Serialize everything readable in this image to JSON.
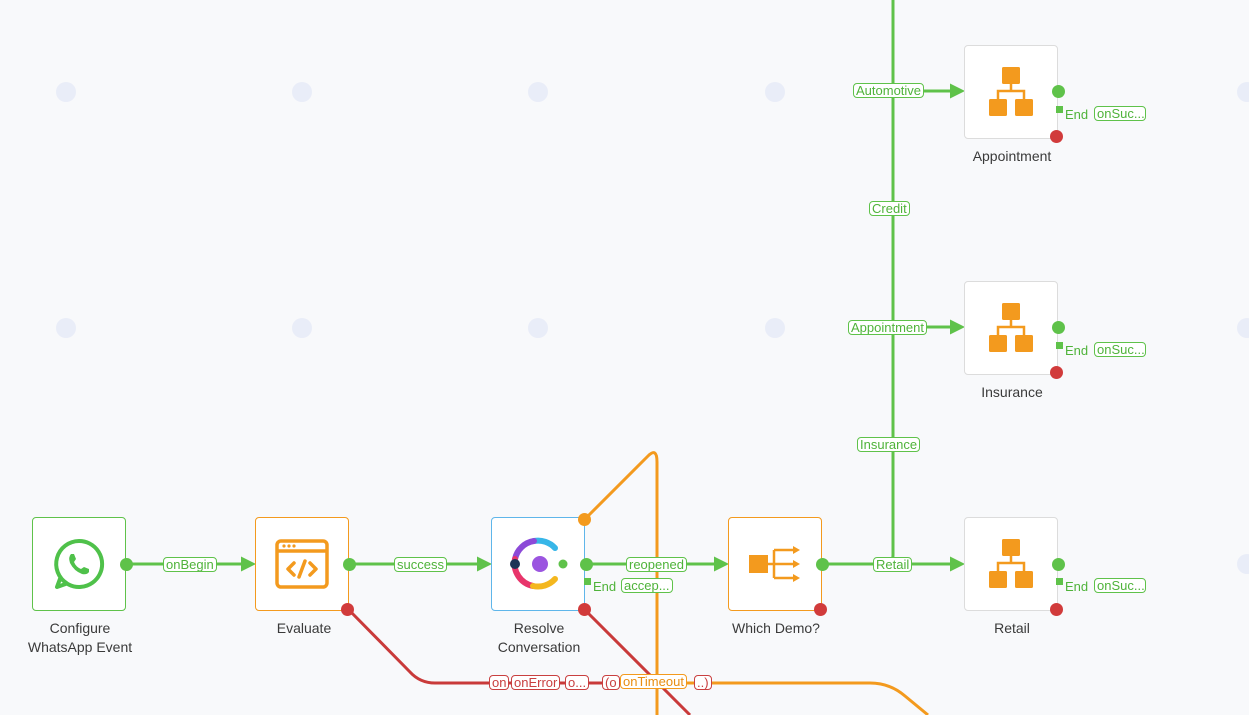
{
  "nodes": {
    "configure": {
      "label": "Configure\nWhatsApp Event",
      "icon": "whatsapp-icon"
    },
    "evaluate": {
      "label": "Evaluate",
      "icon": "code-window-icon"
    },
    "resolve": {
      "label": "Resolve\nConversation",
      "icon": "conversation-logo-icon"
    },
    "which_demo": {
      "label": "Which Demo?",
      "icon": "branch-icon"
    },
    "retail": {
      "label": "Retail",
      "icon": "subflow-icon"
    },
    "insurance": {
      "label": "Insurance",
      "icon": "subflow-icon"
    },
    "appointment": {
      "label": "Appointment",
      "icon": "subflow-icon"
    }
  },
  "edges": {
    "on_begin": "onBegin",
    "success": "success",
    "reopened": "reopened",
    "retail": "Retail",
    "insurance": "Insurance",
    "appointment": "Appointment",
    "credit": "Credit",
    "automotive": "Automotive",
    "on_error_a": "on",
    "on_error_b": "onError",
    "on_error_c": "o...",
    "on_timeout_a": "(o",
    "on_timeout_b": "onTimeout",
    "on_timeout_c": "..)"
  },
  "end_labels": {
    "resolve": {
      "end": "End",
      "tag": "accep..."
    },
    "retail": {
      "end": "End",
      "tag": "onSuc..."
    },
    "insurance": {
      "end": "End",
      "tag": "onSuc..."
    },
    "appointment": {
      "end": "End",
      "tag": "onSuc..."
    }
  },
  "colors": {
    "success": "#5fc24a",
    "error": "#d13b3b",
    "timeout": "#f39a1e",
    "node_orange": "#f39a1e",
    "node_blue": "#5fb6ea",
    "whatsapp": "#4fc14a"
  }
}
